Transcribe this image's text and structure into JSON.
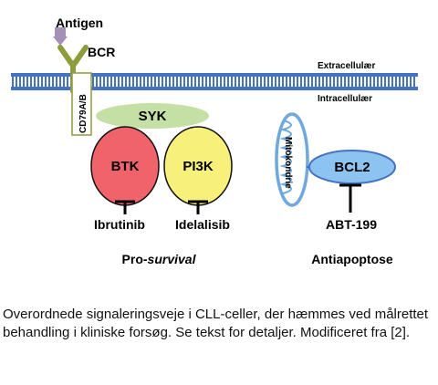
{
  "diagram": {
    "antigen": "Antigen",
    "bcr": "BCR",
    "cd79": "CD79A/B",
    "extracellular": "Extracellulær",
    "intracellular": "Intracellulær",
    "syk": "SYK",
    "btk": "BTK",
    "pi3k": "PI3K",
    "mitochondria": "Mitokondrie",
    "bcl2": "BCL2",
    "ibrutinib": "Ibrutinib",
    "idelalisib": "Idelalisib",
    "abt199": "ABT-199",
    "pro_survival_prefix": "Pro-",
    "pro_survival_italic": "survival",
    "antiapoptosis": "Antiapoptose"
  },
  "colors": {
    "membrane": "#4472c4",
    "syk": "#c5e0a5",
    "btk": "#f0636b",
    "pi3k": "#f7f07a",
    "bcl2": "#8dc3f0",
    "bcr": "#8e9c3c",
    "antigen": "#a590b8",
    "mitochondria": "#6fa8dc"
  },
  "caption": "Overordnede signaleringsveje i CLL-celler, der hæmmes ved målrettet behandling i kliniske forsøg. Se tekst for detaljer. Modificeret fra [2]."
}
